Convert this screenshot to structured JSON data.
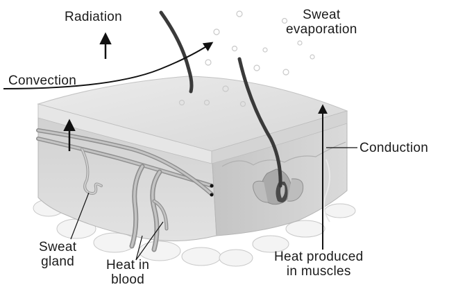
{
  "labels": {
    "radiation": "Radiation",
    "convection": "Convection",
    "sweat_evaporation": [
      "Sweat",
      "evaporation"
    ],
    "conduction": "Conduction",
    "heat_muscles": [
      "Heat produced",
      "in muscles"
    ],
    "sweat_gland": [
      "Sweat",
      "gland"
    ],
    "heat_blood": [
      "Heat in",
      "blood"
    ]
  }
}
